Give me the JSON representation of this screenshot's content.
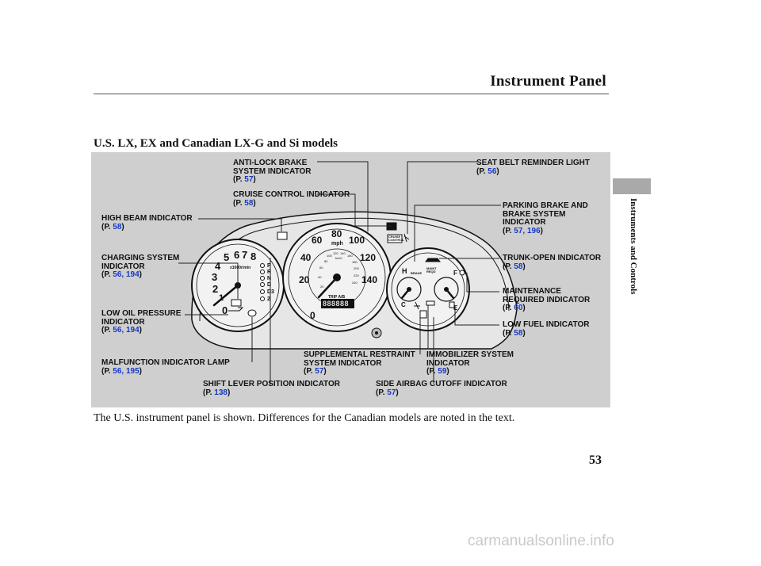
{
  "header": {
    "title": "Instrument Panel"
  },
  "section_title": "U.S. LX, EX and Canadian LX-G and Si models",
  "side_tab": {
    "text": "Instruments and Controls"
  },
  "callouts": {
    "antilock": {
      "text": "ANTI-LOCK BRAKE\nSYSTEM INDICATOR",
      "ref_prefix": "(P.",
      "pages": "57",
      "ref_suffix": ")"
    },
    "seatbelt": {
      "text": "SEAT BELT REMINDER LIGHT",
      "ref_prefix": "(P.",
      "pages": "56",
      "ref_suffix": ")"
    },
    "cruise": {
      "text": "CRUISE CONTROL INDICATOR",
      "ref_prefix": "(P.",
      "pages": "58",
      "ref_suffix": ")"
    },
    "highbeam": {
      "text": "HIGH BEAM INDICATOR",
      "ref_prefix": "(P.",
      "pages": "58",
      "ref_suffix": ")"
    },
    "parking": {
      "text": "PARKING BRAKE AND\nBRAKE SYSTEM\nINDICATOR",
      "ref_prefix": "(P.",
      "pages": "57, 196",
      "ref_suffix": ")"
    },
    "charging": {
      "text": "CHARGING SYSTEM\nINDICATOR",
      "ref_prefix": "(P.",
      "pages": "56, 194",
      "ref_suffix": ")"
    },
    "trunk": {
      "text": "TRUNK-OPEN INDICATOR",
      "ref_prefix": "(P.",
      "pages": "58",
      "ref_suffix": ")"
    },
    "maintenance": {
      "text": "MAINTENANCE\nREQUIRED INDICATOR",
      "ref_prefix": "(P.",
      "pages": "60",
      "ref_suffix": ")"
    },
    "oil": {
      "text": "LOW OIL PRESSURE\nINDICATOR",
      "ref_prefix": "(P.",
      "pages": "56, 194",
      "ref_suffix": ")"
    },
    "fuel": {
      "text": "LOW FUEL INDICATOR",
      "ref_prefix": "(P.",
      "pages": "58",
      "ref_suffix": ")"
    },
    "srs": {
      "text": "SUPPLEMENTAL RESTRAINT\nSYSTEM INDICATOR",
      "ref_prefix": "(P.",
      "pages": "57",
      "ref_suffix": ")"
    },
    "immobilizer": {
      "text": "IMMOBILIZER SYSTEM\nINDICATOR",
      "ref_prefix": "(P.",
      "pages": "59",
      "ref_suffix": ")"
    },
    "mil": {
      "text": "MALFUNCTION INDICATOR LAMP",
      "ref_prefix": "(P.",
      "pages": "56, 195",
      "ref_suffix": ")"
    },
    "shift": {
      "text": "SHIFT LEVER POSITION INDICATOR",
      "ref_prefix": "(P.",
      "pages": "138",
      "ref_suffix": ")"
    },
    "sideairbag": {
      "text": "SIDE AIRBAG CUTOFF INDICATOR",
      "ref_prefix": "(P.",
      "pages": "57",
      "ref_suffix": ")"
    }
  },
  "gauges": {
    "tach_numbers": [
      "0",
      "1",
      "2",
      "3",
      "4",
      "5",
      "6",
      "7",
      "8"
    ],
    "tach_unit": "x1000r/min",
    "gear_letters": [
      "P",
      "R",
      "N",
      "D",
      "D3",
      "2"
    ],
    "speed_numbers": [
      "0",
      "20",
      "40",
      "60",
      "80",
      "100",
      "120",
      "140"
    ],
    "speed_unit": "mph",
    "km_numbers": [
      "20",
      "40",
      "60",
      "80",
      "100",
      "120",
      "140",
      "160",
      "180",
      "200",
      "220",
      "240"
    ],
    "km_unit": "km/h",
    "trip_label": "TRIP A/B",
    "odometer": "888888",
    "cruise_label": "CRUISE\nCONTROL",
    "temp_hot": "H",
    "temp_cold": "C",
    "fuel_full": "F",
    "fuel_empty": "E",
    "brake_label": "BRAKE",
    "maint_label": "MAINT\nREQD"
  },
  "caption": "The U.S. instrument panel is shown. Differences for the Canadian models are noted in the text.",
  "page_number": "53",
  "watermark": "carmanualsonline.info",
  "colors": {
    "panel_gray": "#cfcfcf",
    "page_ref_blue": "#1538c8",
    "side_tab_gray": "#a9a9a9"
  }
}
